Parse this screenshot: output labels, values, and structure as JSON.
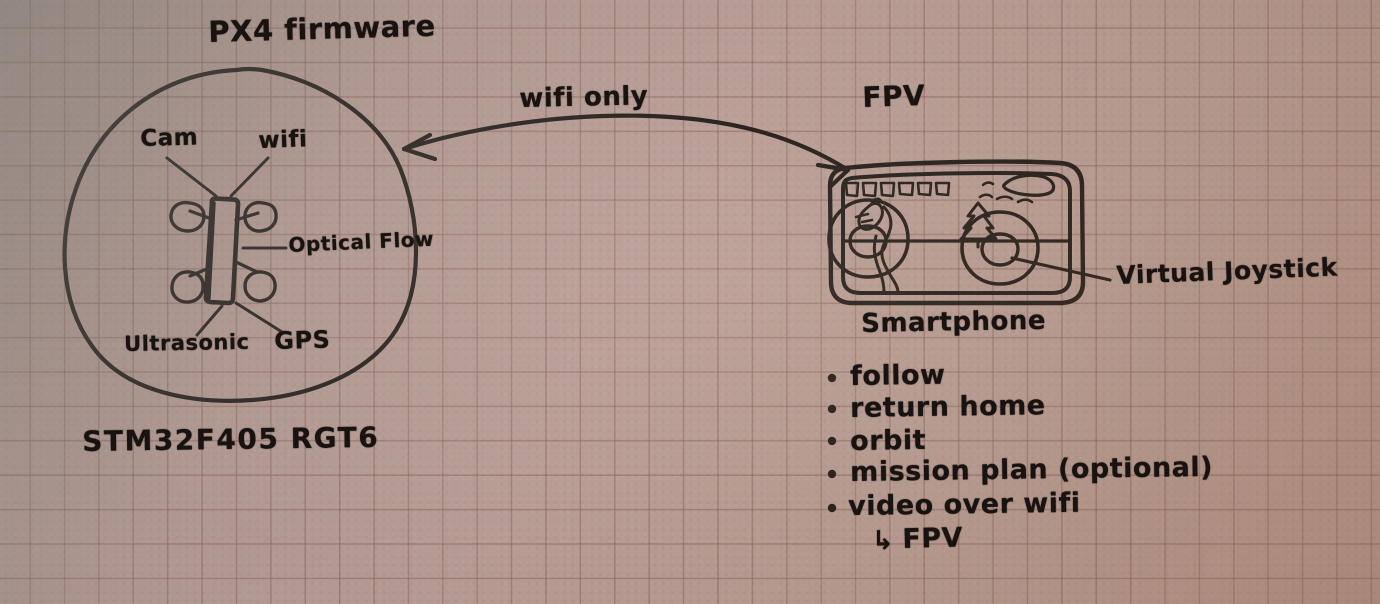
{
  "sketch": {
    "medium": "hand-drawn ink on graph paper",
    "ink_color": "#181310",
    "paper_color": "#b59a92",
    "grid_color": "#8d6258"
  },
  "left_group": {
    "title": "PX4 firmware",
    "boundary_shape": "hand-drawn circle",
    "mcu_label": "STM32F405 RGT6",
    "drone": {
      "shape": "quadcopter: vertical body with four arms and oval rotors",
      "labels": [
        {
          "text": "Cam",
          "points_to": "drone-body-top"
        },
        {
          "text": "wifi",
          "points_to": "drone-body-top"
        },
        {
          "text": "Optical Flow",
          "points_to": "drone-body-middle"
        },
        {
          "text": "Ultrasonic",
          "points_to": "drone-body-bottom"
        },
        {
          "text": "GPS",
          "points_to": "drone-body-bottom"
        }
      ]
    }
  },
  "link": {
    "label": "wifi only",
    "style": "double-headed curved arrow"
  },
  "right_group": {
    "title": "FPV",
    "device_label": "Smartphone",
    "callout": "Virtual Joystick",
    "screen": {
      "status_icons_count": 6,
      "scene_items": [
        "drone",
        "pine tree",
        "sun",
        "clouds",
        "horizon line",
        "flight path"
      ],
      "joysticks": 2
    },
    "features": [
      "follow",
      "return home",
      "orbit",
      "mission plan (optional)",
      "video over wifi"
    ],
    "feature_sub": {
      "arrow": "↳",
      "text": "FPV"
    }
  }
}
